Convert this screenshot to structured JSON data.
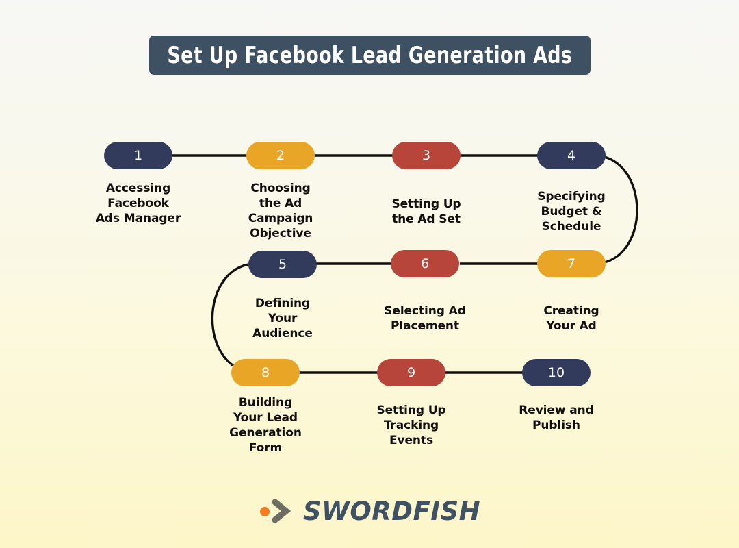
{
  "header": {
    "title": "Set Up Facebook Lead Generation Ads",
    "banner_color": "#3d5162",
    "title_color": "#ffffff"
  },
  "theme": {
    "background_top": "#f7f7f5",
    "background_bottom": "#fdf6c9",
    "navy": "#323b5b",
    "orange": "#e9a526",
    "red": "#b8453a",
    "connector": "#100f0d",
    "label_color": "#100f0d"
  },
  "flow": {
    "direction_note": "serpentine: row 1 left-to-right, row 2 right-to-left, row 3 left-to-right",
    "steps": [
      {
        "number": "1",
        "label": "Accessing\nFacebook\nAds Manager",
        "color_name": "navy",
        "row": 1
      },
      {
        "number": "2",
        "label": "Choosing\nthe Ad\nCampaign\nObjective",
        "color_name": "orange",
        "row": 1
      },
      {
        "number": "3",
        "label": "Setting Up\nthe Ad Set",
        "color_name": "red",
        "row": 1
      },
      {
        "number": "4",
        "label": "Specifying\nBudget &\nSchedule",
        "color_name": "navy",
        "row": 1
      },
      {
        "number": "5",
        "label": "Defining\nYour\nAudience",
        "color_name": "navy",
        "row": 2
      },
      {
        "number": "6",
        "label": "Selecting Ad\nPlacement",
        "color_name": "red",
        "row": 2
      },
      {
        "number": "7",
        "label": "Creating\nYour Ad",
        "color_name": "orange",
        "row": 2
      },
      {
        "number": "8",
        "label": "Building\nYour Lead\nGeneration\nForm",
        "color_name": "orange",
        "row": 3
      },
      {
        "number": "9",
        "label": "Setting Up\nTracking\nEvents",
        "color_name": "red",
        "row": 3
      },
      {
        "number": "10",
        "label": "Review and\nPublish",
        "color_name": "navy",
        "row": 3
      }
    ]
  },
  "footer": {
    "brand": "SWORDFISH",
    "dot_color": "#f47d20",
    "chevron_color": "#6d6d63",
    "word_color": "#3f5263"
  }
}
